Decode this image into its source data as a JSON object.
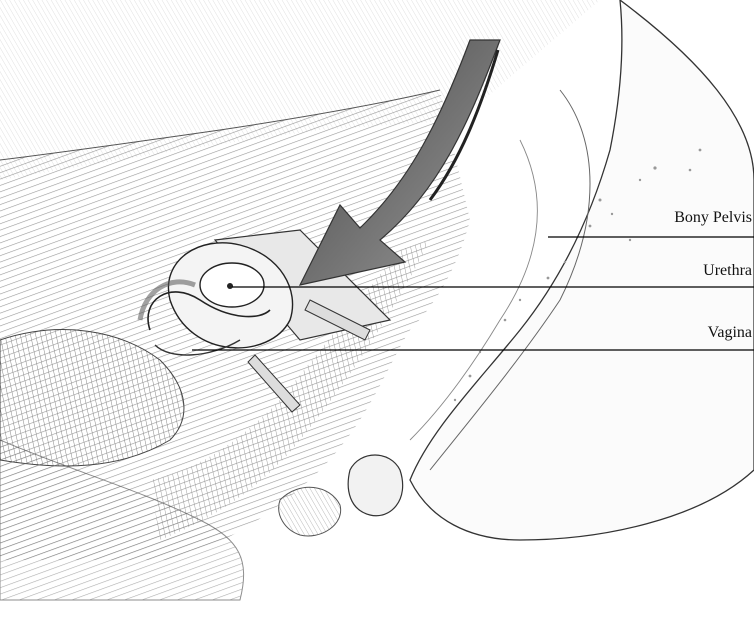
{
  "labels": {
    "bony_pelvis": "Bony Pelvis",
    "urethra": "Urethra",
    "vagina": "Vagina"
  },
  "colors": {
    "background": "#ffffff",
    "ink": "#1a1a1a",
    "muscle_shade": "#9a9a9a",
    "arrow_fill": "#7a7a7a"
  }
}
